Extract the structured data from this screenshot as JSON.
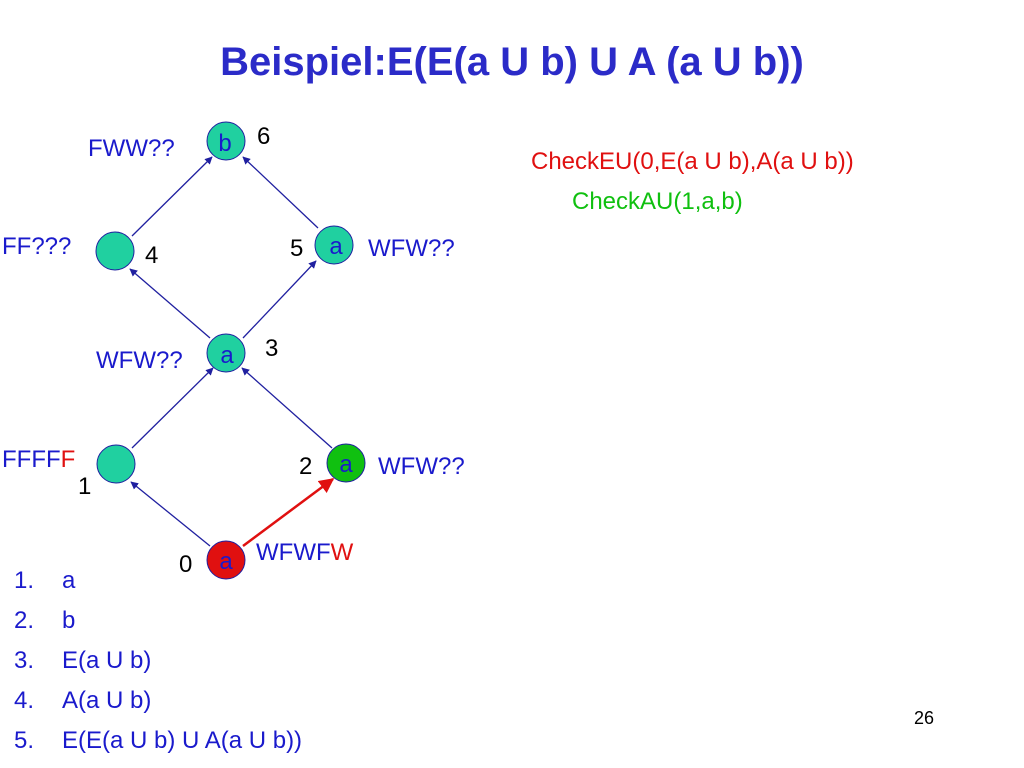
{
  "slide": {
    "title": "Beispiel:E(E(a U b) U A (a U b))",
    "page_number": "26"
  },
  "colors": {
    "title": "#2b2bc8",
    "node_default": "#20d0a0",
    "node_green": "#10c010",
    "node_red": "#e01010",
    "edge_default": "#2020a0",
    "edge_highlight": "#e01010",
    "call_eu": "#e01010",
    "call_au": "#10c010"
  },
  "nodes": [
    {
      "id": "0",
      "value": "a",
      "label_prefix": "WFWF",
      "label_highlight": "W"
    },
    {
      "id": "1",
      "value": "",
      "label_prefix": "FFFF",
      "label_highlight": "F"
    },
    {
      "id": "2",
      "value": "a",
      "label_prefix": "WFW??",
      "label_highlight": ""
    },
    {
      "id": "3",
      "value": "a",
      "label_prefix": "WFW??",
      "label_highlight": ""
    },
    {
      "id": "4",
      "value": "",
      "label_prefix": "FF???",
      "label_highlight": ""
    },
    {
      "id": "5",
      "value": "a",
      "label_prefix": "WFW??",
      "label_highlight": ""
    },
    {
      "id": "6",
      "value": "b",
      "label_prefix": "FWW??",
      "label_highlight": ""
    }
  ],
  "calls": {
    "check_eu": "CheckEU(0,E(a U b),A(a U b))",
    "check_au": "CheckAU(1,a,b)"
  },
  "formulas": [
    {
      "num": "1.",
      "text": "a"
    },
    {
      "num": "2.",
      "text": "b"
    },
    {
      "num": "3.",
      "text": "E(a U b)"
    },
    {
      "num": "4.",
      "text": "A(a U b)"
    },
    {
      "num": "5.",
      "text": "E(E(a U b) U A(a U b))"
    }
  ]
}
